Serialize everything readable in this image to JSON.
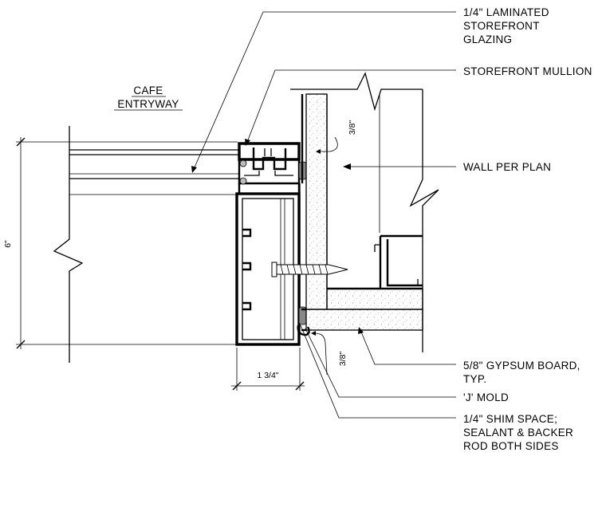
{
  "room_label": {
    "line1": "CAFE",
    "line2": "ENTRYWAY"
  },
  "callouts": {
    "glazing": [
      "1/4\" LAMINATED",
      "STOREFRONT",
      "GLAZING"
    ],
    "mullion": [
      "STOREFRONT MULLION"
    ],
    "wall": [
      "WALL PER PLAN"
    ],
    "gypsum": [
      "5/8\" GYPSUM BOARD,",
      "TYP."
    ],
    "jmold": [
      "'J' MOLD"
    ],
    "shim": [
      "1/4\" SHIM SPACE;",
      "SEALANT & BACKER",
      "ROD BOTH SIDES"
    ]
  },
  "dimensions": {
    "height": "6\"",
    "width": "1 3/4\"",
    "gap_top": "3/8\"",
    "gap_bottom": "3/8\""
  }
}
